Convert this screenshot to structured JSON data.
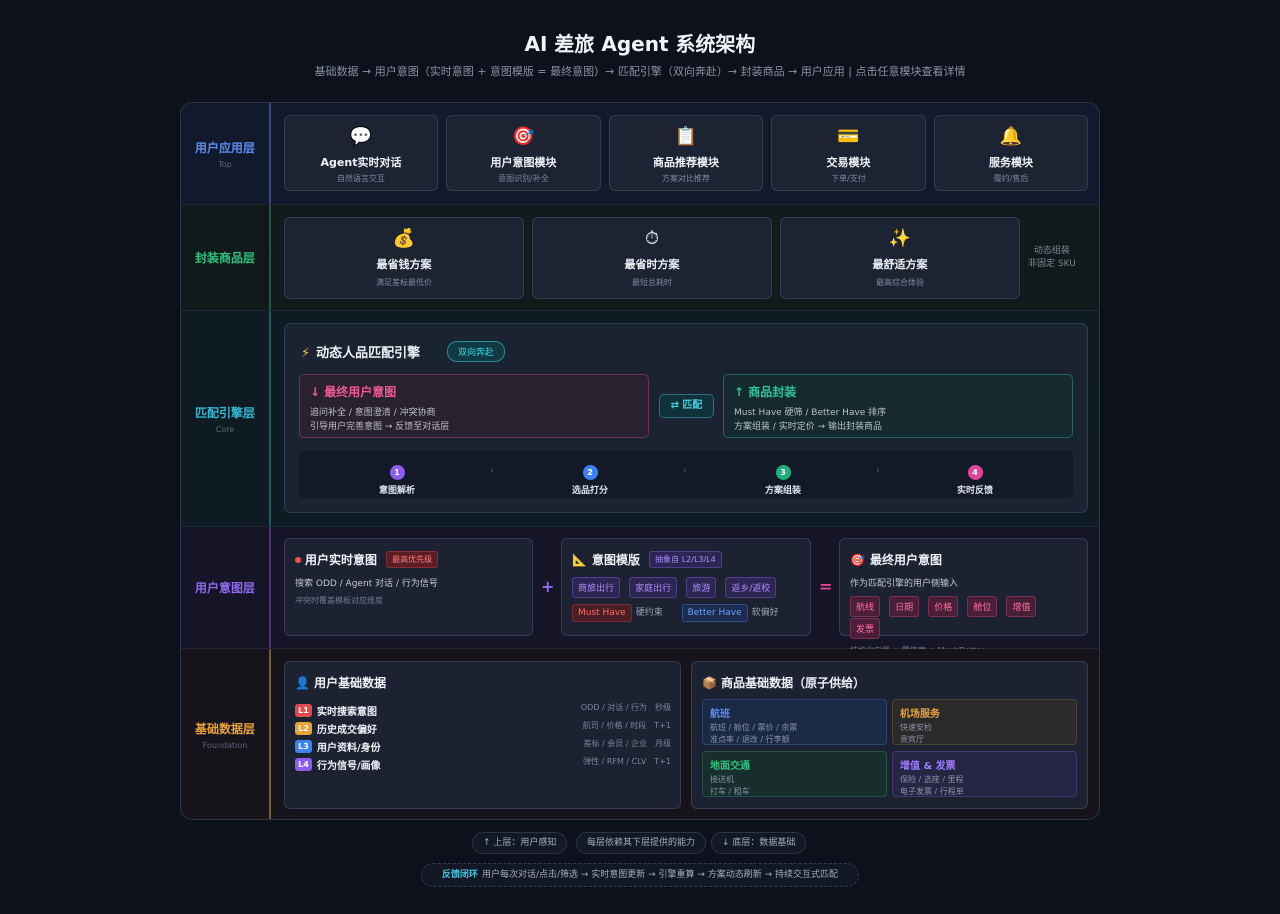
{
  "header": {
    "title": "AI 差旅 Agent 系统架构",
    "subtitle": "基础数据 → 用户意图（实时意图 + 意图模版 = 最终意图）→ 匹配引擎（双向奔赴）→ 封装商品 → 用户应用 | 点击任意模块查看详情"
  },
  "layers": {
    "app": {
      "name": "用户应用层",
      "sub": "Top",
      "cards": [
        {
          "icon": "💬",
          "title": "Agent实时对话",
          "desc": "自然语言交互"
        },
        {
          "icon": "🎯",
          "title": "用户意图模块",
          "desc": "意图识别/补全"
        },
        {
          "icon": "📋",
          "title": "商品推荐模块",
          "desc": "方案对比推荐"
        },
        {
          "icon": "💳",
          "title": "交易模块",
          "desc": "下单/支付"
        },
        {
          "icon": "🔔",
          "title": "服务模块",
          "desc": "履约/售后"
        }
      ]
    },
    "package": {
      "name": "封装商品层",
      "cards": [
        {
          "icon": "💰",
          "title": "最省钱方案",
          "desc": "满足差标最低价"
        },
        {
          "icon": "⏱",
          "title": "最省时方案",
          "desc": "最短总耗时"
        },
        {
          "icon": "✨",
          "title": "最舒适方案",
          "desc": "最高综合体验"
        }
      ],
      "note_line1": "动态组装",
      "note_line2": "非固定 SKU"
    },
    "engine": {
      "name": "匹配引擎层",
      "sub": "Core",
      "title": "动态人品匹配引擎",
      "badge": "双向奔赴",
      "final_intent": {
        "title": "↓ 最终用户意图",
        "line1": "追问补全 / 意图澄清 / 冲突协商",
        "line2": "引导用户完善意图 → 反馈至对话层"
      },
      "match_label": "⇄ 匹配",
      "goods": {
        "title": "↑ 商品封装",
        "line1": "Must Have 硬筛 / Better Have 排序",
        "line2": "方案组装 / 实时定价 → 输出封装商品"
      },
      "steps": [
        {
          "num": "1",
          "label": "意图解析",
          "color": "#8a5cf0"
        },
        {
          "num": "2",
          "label": "选品打分",
          "color": "#3b82f6"
        },
        {
          "num": "3",
          "label": "方案组装",
          "color": "#1fae7a"
        },
        {
          "num": "4",
          "label": "实时反馈",
          "color": "#e0459a"
        }
      ],
      "step_arrow": "›"
    },
    "intent": {
      "name": "用户意图层",
      "realtime": {
        "title": "用户实时意图",
        "tag": "最高优先级",
        "desc": "搜索 ODD / Agent 对话 / 行为信号",
        "note": "冲突时覆盖模板对应维度"
      },
      "plus": "+",
      "template": {
        "icon": "📐",
        "title": "意图模版",
        "tag": "抽象自 L2/L3/L4",
        "scenes": [
          "商旅出行",
          "家庭出行",
          "旅游",
          "返乡/返校"
        ],
        "must_have": "Must Have",
        "must_text": "硬约束",
        "better_have": "Better Have",
        "better_text": "软偏好"
      },
      "equals": "=",
      "final": {
        "icon": "🎯",
        "title": "最终用户意图",
        "desc": "作为匹配引擎的用户侧输入",
        "chips": [
          "航线",
          "日期",
          "价格",
          "舱位",
          "增值",
          "发票"
        ],
        "note": "结构化向量 + 置信度 + Must/Better"
      }
    },
    "base": {
      "name": "基础数据层",
      "sub": "Foundation",
      "user": {
        "icon": "👤",
        "title": "用户基础数据",
        "rows": [
          {
            "badge": "L1",
            "label": "实时搜索意图",
            "right": "ODD / 对话 / 行为　秒级",
            "color": "#e5484d"
          },
          {
            "badge": "L2",
            "label": "历史成交偏好",
            "right": "航司 / 价格 / 时段　T+1",
            "color": "#e8a23a"
          },
          {
            "badge": "L3",
            "label": "用户资料/身份",
            "right": "差标 / 会员 / 企业　月级",
            "color": "#3b82f6"
          },
          {
            "badge": "L4",
            "label": "行为信号/画像",
            "right": "弹性 / RFM / CLV　T+1",
            "color": "#8a5cf0"
          }
        ]
      },
      "goods": {
        "icon": "📦",
        "title": "商品基础数据（原子供给）",
        "cells": [
          {
            "title": "航班",
            "line1": "航班 / 舱位 / 票价 / 余票",
            "line2": "准点率 / 退改 / 行李额",
            "color": "#5b8bf0"
          },
          {
            "title": "机场服务",
            "line1": "快速安检",
            "line2": "贵宾厅",
            "color": "#e8a23a"
          },
          {
            "title": "地面交通",
            "line1": "接送机",
            "line2": "打车 / 租车",
            "color": "#2ec27e"
          },
          {
            "title": "增值 & 发票",
            "line1": "保险 / 选座 / 里程",
            "line2": "电子发票 / 行程单",
            "color": "#9b7bff"
          }
        ]
      }
    }
  },
  "footer": {
    "legend_up": "↑ 上层：用户感知",
    "legend_mid": "每层依赖其下层提供的能力",
    "legend_down": "↓ 底层：数据基础",
    "feedback_key": "反馈闭环",
    "feedback_text": "用户每次对话/点击/筛选 → 实时意图更新 → 引擎重算 → 方案动态刷新 → 持续交互式匹配"
  }
}
